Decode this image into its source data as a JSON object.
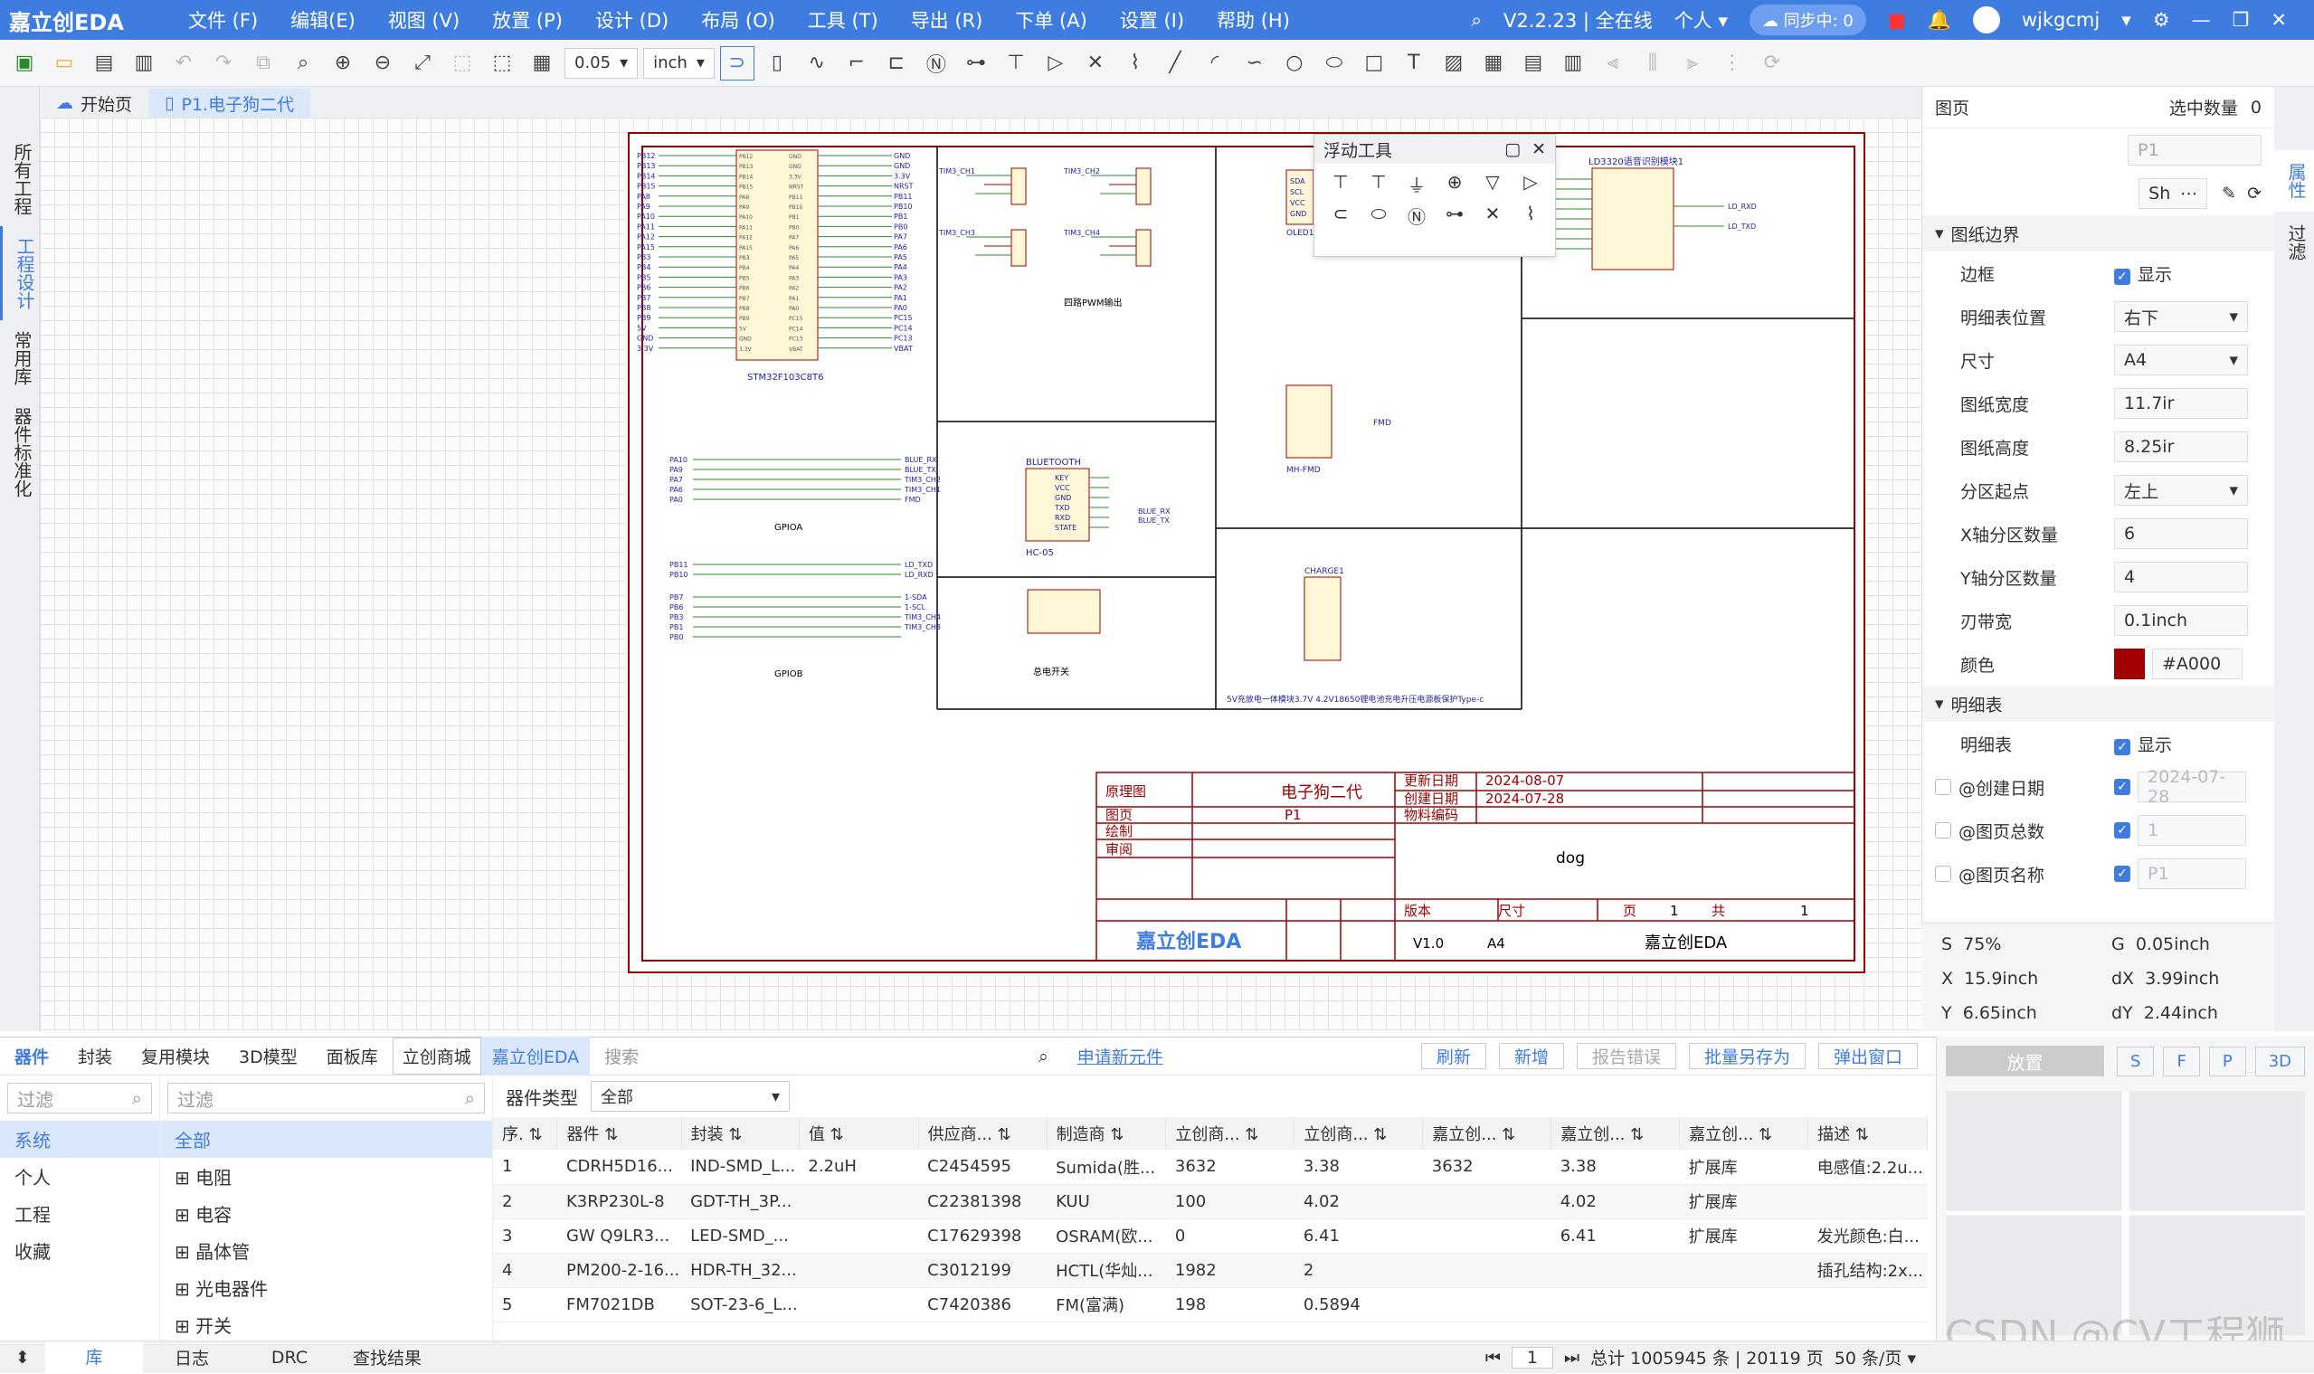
{
  "app": {
    "logo": "嘉立创EDA",
    "version": "V2.2.23 | 全在线",
    "mode": "个人",
    "sync": "同步中: 0",
    "user": "wjkgcmj"
  },
  "menu": [
    "文件 (F)",
    "编辑(E)",
    "视图 (V)",
    "放置 (P)",
    "设计 (D)",
    "布局 (O)",
    "工具 (T)",
    "导出 (R)",
    "下单 (A)",
    "设置 (I)",
    "帮助 (H)"
  ],
  "toolbar": {
    "grid_value": "0.05",
    "unit": "inch"
  },
  "left_strip": [
    "所有工程",
    "工程设计",
    "常用库",
    "器件标准化"
  ],
  "tabs": [
    {
      "label": "开始页"
    },
    {
      "label": "P1.电子狗二代"
    }
  ],
  "schematic": {
    "mcu_name": "STM32F103C8T6",
    "mcu_left": [
      "PB12",
      "PB13",
      "PB14",
      "PB15",
      "PA8",
      "PA9",
      "PA10",
      "PA11",
      "PA12",
      "PA15",
      "PB3",
      "PB4",
      "PB5",
      "PB6",
      "PB7",
      "PB8",
      "PB9",
      "5V",
      "GND",
      "3.3V"
    ],
    "mcu_right": [
      "GND",
      "GND",
      "3.3V",
      "NRST",
      "PB11",
      "PB10",
      "PB1",
      "PB0",
      "PA7",
      "PA6",
      "PA5",
      "PA4",
      "PA3",
      "PA2",
      "PA1",
      "PA0",
      "PC15",
      "PC14",
      "PC13",
      "VBAT"
    ],
    "gpioa_label": "GPIOA",
    "gpioa_nets": [
      "BLUE_RX",
      "BLUE_TX",
      "TIM3_CH2",
      "TIM3_CH1",
      "FMD"
    ],
    "gpiob_label": "GPIOB",
    "pwm_title": "四路PWM输出",
    "pwm_nets": [
      "TIM3_CH1",
      "TIM3_CH2",
      "TIM3_CH3",
      "TIM3_CH4"
    ],
    "oled_name": "OLED1.3寸",
    "oled_pins": [
      "SDA",
      "SCL",
      "VCC",
      "GND"
    ],
    "ld_name": "LD3320语音识别模块1",
    "ld_nets": [
      "LD_RXD",
      "LD_TXD"
    ],
    "bt_name": "BLUETOOTH",
    "bt_pins": [
      "KEY",
      "VCC",
      "GND",
      "TXD",
      "RXD",
      "STATE"
    ],
    "bt_sub": "HC-05",
    "fmd_name": "MH-FMD",
    "fmd_net": "FMD",
    "switch_label": "总电开关",
    "charge_name": "CHARGE1",
    "charge_desc": "5V充放电一体模块3.7V 4.2V18650锂电池充电升压电源板保护Type-c",
    "titleblock": {
      "type": "原理图",
      "title": "电子狗二代",
      "update_label": "更新日期",
      "update": "2024-08-07",
      "create_label": "创建日期",
      "create": "2024-07-28",
      "part_label": "物料编码",
      "page_label": "图页",
      "page": "P1",
      "draw": "绘制",
      "review": "审阅",
      "company": "dog",
      "ver_label": "版本",
      "ver": "V1.0",
      "size_label": "尺寸",
      "size": "A4",
      "pg_label": "页",
      "pg": "1",
      "total_label": "共",
      "total": "1",
      "logo": "嘉立创EDA",
      "brand": "嘉立创EDA"
    }
  },
  "float_tool": {
    "title": "浮动工具"
  },
  "props": {
    "head_left": "图页",
    "head_right": "选中数量",
    "head_count": "0",
    "name_value": "P1",
    "sh_value": "Sh",
    "sec_border": "图纸边界",
    "rows": [
      {
        "k": "边框",
        "v": "显示",
        "type": "check"
      },
      {
        "k": "明细表位置",
        "v": "右下",
        "type": "select"
      },
      {
        "k": "尺寸",
        "v": "A4",
        "type": "select"
      },
      {
        "k": "图纸宽度",
        "v": "11.7ir",
        "type": "input"
      },
      {
        "k": "图纸高度",
        "v": "8.25ir",
        "type": "input"
      },
      {
        "k": "分区起点",
        "v": "左上",
        "type": "select"
      },
      {
        "k": "X轴分区数量",
        "v": "6",
        "type": "input"
      },
      {
        "k": "Y轴分区数量",
        "v": "4",
        "type": "input"
      },
      {
        "k": "刃带宽",
        "v": "0.1inch",
        "type": "input"
      },
      {
        "k": "颜色",
        "v": "#A000",
        "type": "color"
      }
    ],
    "sec_detail": "明细表",
    "detail_rows": [
      {
        "k": "明细表",
        "v": "显示"
      },
      {
        "k": "@创建日期",
        "v": "2024-07-28"
      },
      {
        "k": "@图页总数",
        "v": "1"
      },
      {
        "k": "@图页名称",
        "v": "P1"
      }
    ],
    "color": "#A00000"
  },
  "status": {
    "s": "75%",
    "g": "0.05inch",
    "x": "15.9inch",
    "dx": "3.99inch",
    "y": "6.65inch",
    "dy": "2.44inch"
  },
  "lib": {
    "tabs": [
      "器件",
      "封装",
      "复用模块",
      "3D模型",
      "面板库",
      "立创商城",
      "嘉立创EDA",
      "搜索"
    ],
    "apply": "申请新元件",
    "buttons": [
      "刷新",
      "新增",
      "报告错误",
      "批量另存为",
      "弹出窗口"
    ],
    "filter": "过滤",
    "cats": [
      "系统",
      "个人",
      "工程",
      "收藏"
    ],
    "tree": [
      "全部",
      "电阻",
      "电容",
      "晶体管",
      "光电器件",
      "开关"
    ],
    "type_label": "器件类型",
    "type_value": "全部",
    "headers": [
      "序.",
      "器件",
      "封装",
      "值",
      "供应商...",
      "制造商",
      "立创商...",
      "立创商...",
      "嘉立创...",
      "嘉立创...",
      "嘉立创...",
      "描述"
    ],
    "rows": [
      [
        "1",
        "CDRH5D16...",
        "IND-SMD_L...",
        "2.2uH",
        "C2454595",
        "Sumida(胜...",
        "3632",
        "3.38",
        "3632",
        "3.38",
        "扩展库",
        "电感值:2.2u..."
      ],
      [
        "2",
        "K3RP230L-8",
        "GDT-TH_3P...",
        "",
        "C22381398",
        "KUU",
        "100",
        "4.02",
        "",
        "4.02",
        "扩展库",
        ""
      ],
      [
        "3",
        "GW Q9LR3...",
        "LED-SMD_...",
        "",
        "C17629398",
        "OSRAM(欧...",
        "0",
        "6.41",
        "",
        "6.41",
        "扩展库",
        "发光颜色:白..."
      ],
      [
        "4",
        "PM200-2-16...",
        "HDR-TH_32...",
        "",
        "C3012199",
        "HCTL(华灿...",
        "1982",
        "2",
        "",
        "",
        "",
        "插孔结构:2x..."
      ],
      [
        "5",
        "FM7021DB",
        "SOT-23-6_L...",
        "",
        "C7420386",
        "FM(富满)",
        "198",
        "0.5894",
        "",
        "",
        "",
        ""
      ]
    ],
    "total": "总计 1005945 条 | 20119 页",
    "per_page": "50 条/页",
    "page": "1"
  },
  "place": {
    "title": "放置",
    "btns": [
      "S",
      "F",
      "P",
      "3D"
    ]
  },
  "footer": [
    "库",
    "日志",
    "DRC",
    "查找结果"
  ],
  "watermark": "CSDN @CV工程狮"
}
